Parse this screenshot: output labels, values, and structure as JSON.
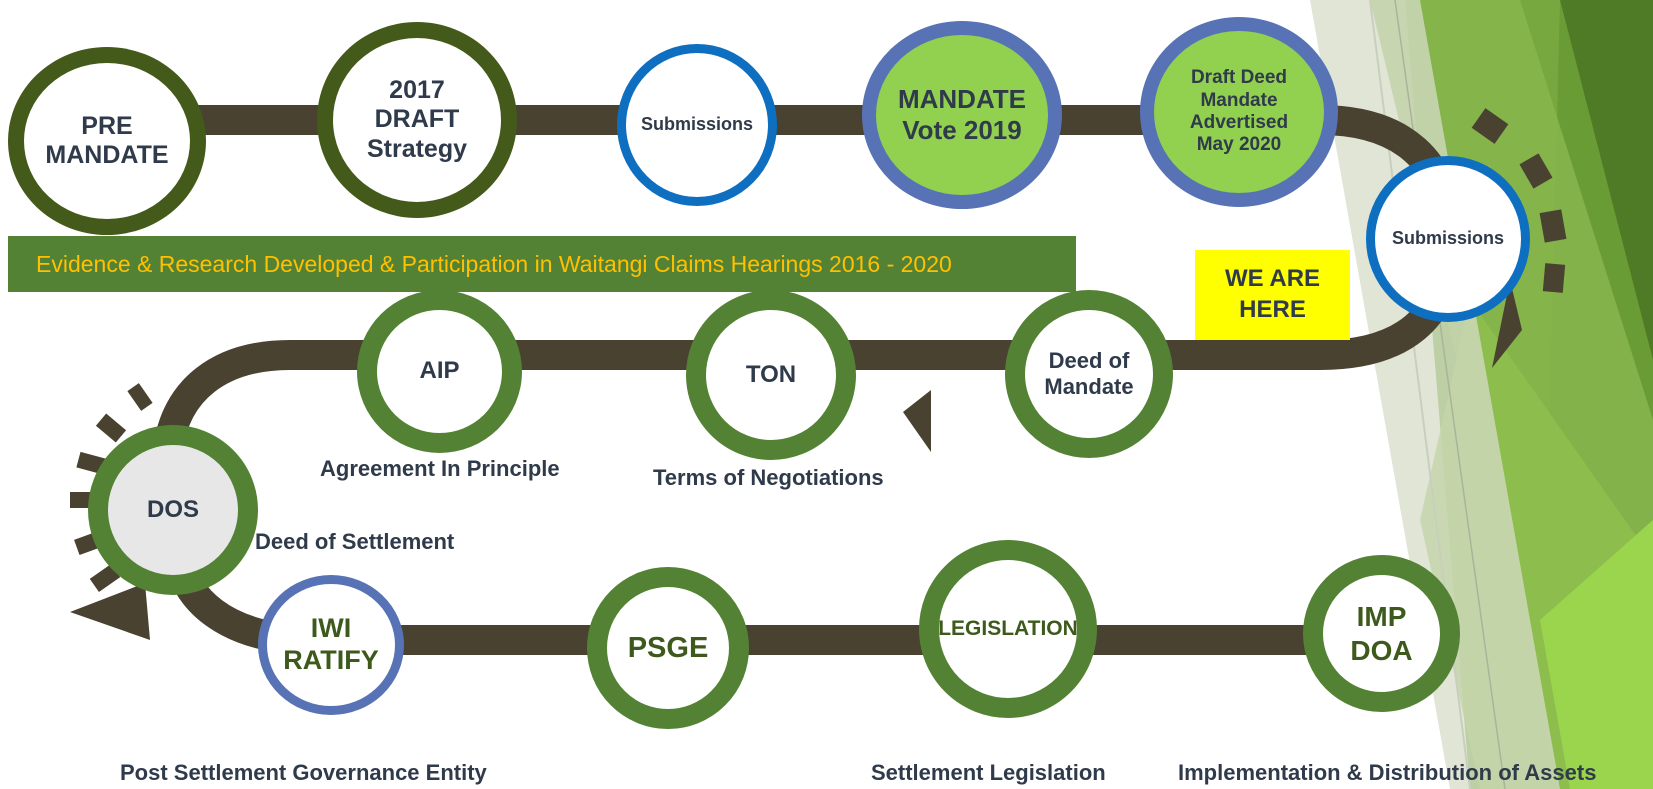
{
  "nodes": {
    "pre_mandate": "PRE\nMANDATE",
    "draft_strategy": "2017\nDRAFT\nStrategy",
    "submissions_1": "Submissions",
    "mandate_vote": "MANDATE\nVote 2019",
    "draft_deed": "Draft Deed\nMandate\nAdvertised\nMay 2020",
    "submissions_2": "Submissions",
    "deed_of_mandate": "Deed of\nMandate",
    "ton": "TON",
    "aip": "AIP",
    "dos": "DOS",
    "iwi_ratify": "IWI\nRATIFY",
    "psge": "PSGE",
    "legislation": "LEGISLATION",
    "imp_doa": "IMP\nDOA"
  },
  "banner": "Evidence & Research Developed  & Participation in Waitangi Claims Hearings 2016 - 2020",
  "marker": "WE ARE\nHERE",
  "labels": {
    "aip": "Agreement In Principle",
    "ton": "Terms of Negotiations",
    "dos": "Deed of Settlement",
    "psge": "Post Settlement Governance Entity",
    "legislation": "Settlement Legislation",
    "imp_doa": "Implementation & Distribution of Assets"
  },
  "colors": {
    "path": "#4a4230",
    "dark_green": "#435a1a",
    "mid_green": "#548235",
    "light_green": "#92d050",
    "blue": "#0e6fc1",
    "slate_blue": "#5873b5",
    "banner_text": "#ffc000",
    "marker_bg": "#ffff00"
  }
}
